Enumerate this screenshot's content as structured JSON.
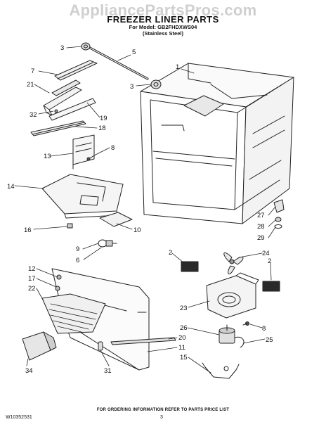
{
  "header": {
    "watermark": "AppliancePartsPros.com",
    "title": "FREEZER LINER PARTS",
    "model_line": "For Model: GB2FHDXWS04",
    "variant_line": "(Stainless Steel)"
  },
  "callouts": {
    "c1": "1",
    "c2a": "2",
    "c2b": "2",
    "c3a": "3",
    "c3b": "3",
    "c5": "5",
    "c6": "6",
    "c7": "7",
    "c8a": "8",
    "c8b": "8",
    "c9": "9",
    "c10": "10",
    "c11": "11",
    "c12": "12",
    "c13": "13",
    "c14": "14",
    "c15": "15",
    "c16": "16",
    "c17": "17",
    "c18": "18",
    "c19": "19",
    "c20": "20",
    "c21": "21",
    "c22": "22",
    "c23": "23",
    "c24": "24",
    "c25": "25",
    "c26": "26",
    "c27": "27",
    "c28": "28",
    "c29": "29",
    "c31": "31",
    "c32": "32",
    "c34": "34"
  },
  "footer": {
    "note": "FOR ORDERING INFORMATION REFER TO PARTS PRICE LIST",
    "doc_code": "W10352531",
    "page": "3"
  }
}
